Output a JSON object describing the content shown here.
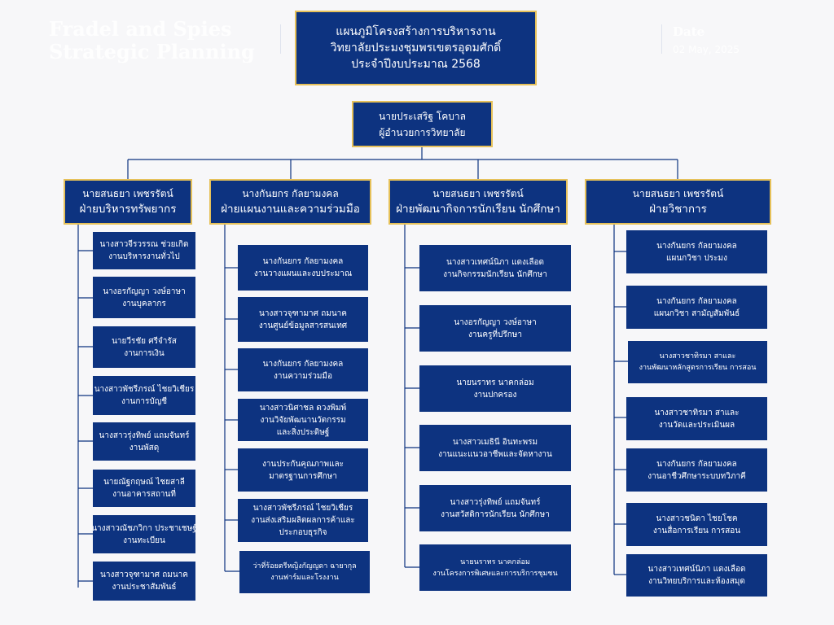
{
  "watermark": {
    "brand_line1": "Fradel and Spies",
    "brand_line2": "Strategic Planning",
    "date_label": "Date",
    "date_value": "02 May, 2025"
  },
  "title": {
    "line1": "แผนภูมิโครงสร้างการบริหารงาน",
    "line2": "วิทยาลัยประมงชุมพรเขตรอุดมศักดิ์",
    "line3": "ประจำปีงบประมาณ 2568"
  },
  "head": {
    "name": "นายประเสริฐ  โคบาล",
    "position": "ผู้อำนวยการวิทยาลัย"
  },
  "departments": [
    {
      "name": "นายสนธยา  เพชรรัตน์",
      "dept": "ฝ่ายบริหารทรัพยากร",
      "units": [
        {
          "name": "นางสาวจีรวรรณ  ช่วยเกิด",
          "task": "งานบริหารงานทั่วไป"
        },
        {
          "name": "นางอรกัญญา วงษ์อาษา",
          "task": "งานบุคลากร"
        },
        {
          "name": "นายวีรชัย ศรีจำรัส",
          "task": "งานการเงิน"
        },
        {
          "name": "นางสาวพัชรีภรณ์ ไชยวิเชียร",
          "task": "งานการบัญชี"
        },
        {
          "name": "นางสาวรุ่งทิพย์ แถมจันทร์",
          "task": "งานพัสดุ"
        },
        {
          "name": "นายณัฐกฤษณ์ ไชยสาลี",
          "task": "งานอาคารสถานที่"
        },
        {
          "name": "นางสาวณัชภวิกา ประชาเชษฐ์",
          "task": "งานทะเบียน"
        },
        {
          "name": "นางสาวจุฑามาศ ถมนาค",
          "task": "งานประชาสัมพันธ์"
        }
      ]
    },
    {
      "name": "นางกันยกร กัลยามงคล",
      "dept": "ฝ่ายแผนงานและความร่วมมือ",
      "units": [
        {
          "name": "นางกันยกร กัลยามงคล",
          "task": "งานวางแผนและงบประมาณ"
        },
        {
          "name": "นางสาวจุฑามาศ ถมนาค",
          "task": "งานศูนย์ข้อมูลสารสนเทศ"
        },
        {
          "name": "นางกันยกร กัลยามงคล",
          "task": "งานความร่วมมือ"
        },
        {
          "name": "นางสาวนิศาชล ดวงพิมพ์",
          "task": "งานวิจัยพัฒนานวัตกรรม",
          "task2": "และสิ่งประดิษฐ์"
        },
        {
          "name": "งานประกันคุณภาพและ",
          "task": "มาตรฐานการศึกษา"
        },
        {
          "name": "นางสาวพัชรีภรณ์ ไชยวิเชียร",
          "task": "งานส่งเสริมผลิตผลการค้าและ",
          "task2": "ประกอบธุรกิจ"
        },
        {
          "name": "ว่าที่ร้อยตรีหญิงกัญญดา ฉายากุล",
          "task": "งานฟาร์มและโรงงาน"
        }
      ]
    },
    {
      "name": "นายสนธยา  เพชรรัตน์",
      "dept": "ฝ่ายพัฒนากิจการนักเรียน นักศึกษา",
      "units": [
        {
          "name": "นางสาวเทศน์นิภา แดงเลือด",
          "task": "งานกิจกรรมนักเรียน นักศึกษา"
        },
        {
          "name": "นางอรกัญญา วงษ์อาษา",
          "task": "งานครูที่ปรึกษา"
        },
        {
          "name": "นายนราทร นาคกล่อม",
          "task": "งานปกครอง"
        },
        {
          "name": "นางสาวเมธินี  อินทะพรม",
          "task": "งานแนะแนวอาชีพและจัดหางาน"
        },
        {
          "name": "นางสาวรุ่งทิพย์ แถมจันทร์",
          "task": "งานสวัสดิการนักเรียน นักศึกษา"
        },
        {
          "name": "นายนราทร นาคกล่อม",
          "task": "งานโครงการพิเศษและการบริการชุมชน"
        }
      ]
    },
    {
      "name": "นายสนธยา  เพชรรัตน์",
      "dept": "ฝ่ายวิชาการ",
      "units": [
        {
          "name": "นางกันยกร กัลยามงคล",
          "task": "แผนกวิชา ประมง"
        },
        {
          "name": "นางกันยกร กัลยามงคล",
          "task": "แผนกวิชา สามัญสัมพันธ์"
        },
        {
          "name": "นางสาวชาทิรมา สาและ",
          "task": "งานพัฒนาหลักสูตรการเรียน การสอน"
        },
        {
          "name": "นางสาวชาทิรมา สาและ",
          "task": "งานวัดและประเมินผล"
        },
        {
          "name": "นางกันยกร กัลยามงคล",
          "task": "งานอาชีวศึกษาระบบทวิภาคี"
        },
        {
          "name": "นางสาวชนิดา ไชยโชค",
          "task": "งานสื่อการเรียน การสอน"
        },
        {
          "name": "นางสาวเทศน์นิภา แดงเลือด",
          "task": "งานวิทยบริการและห้องสมุด"
        }
      ]
    }
  ]
}
